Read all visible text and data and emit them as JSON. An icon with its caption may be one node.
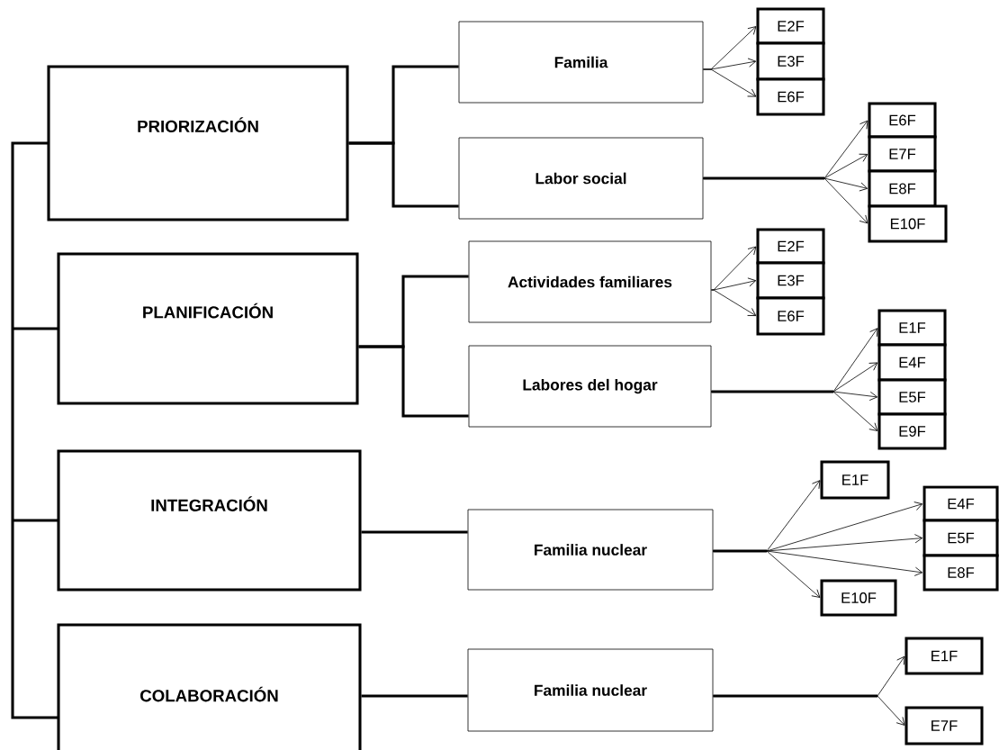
{
  "diagram": {
    "nodes": [
      {
        "text": [
          "PRIORIZACIÓN"
        ]
      },
      {
        "text": [
          "Familia"
        ]
      },
      {
        "text": [
          "Labor social"
        ]
      },
      {
        "text": [
          "E2F"
        ]
      },
      {
        "text": [
          "E3F"
        ]
      },
      {
        "text": [
          "E6F"
        ]
      },
      {
        "text": [
          "E6F"
        ]
      },
      {
        "text": [
          "E7F"
        ]
      },
      {
        "text": [
          "E8F"
        ]
      },
      {
        "text": [
          "E10F"
        ]
      },
      {
        "text": [
          "PLANIFICACIÓN"
        ]
      },
      {
        "text": [
          "Actividades familiares"
        ]
      },
      {
        "text": [
          "Labores del hogar"
        ]
      },
      {
        "text": [
          "E2F"
        ]
      },
      {
        "text": [
          "E3F"
        ]
      },
      {
        "text": [
          "E6F"
        ]
      },
      {
        "text": [
          "E1F"
        ]
      },
      {
        "text": [
          "E4F"
        ]
      },
      {
        "text": [
          "E5F"
        ]
      },
      {
        "text": [
          "E9F"
        ]
      },
      {
        "text": [
          "INTEGRACIÓN"
        ]
      },
      {
        "text": [
          "Familia nuclear"
        ]
      },
      {
        "text": [
          "E1F"
        ]
      },
      {
        "text": [
          "E4F"
        ]
      },
      {
        "text": [
          "E5F"
        ]
      },
      {
        "text": [
          "E8F"
        ]
      },
      {
        "text": [
          "E10F"
        ]
      },
      {
        "text": [
          "COLABORACIÓN"
        ]
      },
      {
        "text": [
          "Familia nuclear"
        ]
      },
      {
        "text": [
          "E1F"
        ]
      },
      {
        "text": [
          "E7F"
        ]
      }
    ],
    "edges": [
      {
        "from": 0,
        "to": 1,
        "arrow": "none",
        "style": "thick"
      },
      {
        "from": 0,
        "to": 2,
        "arrow": "none",
        "style": "thick"
      },
      {
        "from": 1,
        "to": 3,
        "arrow": "to"
      },
      {
        "from": 1,
        "to": 4,
        "arrow": "to"
      },
      {
        "from": 1,
        "to": 5,
        "arrow": "to"
      },
      {
        "from": 2,
        "to": 6,
        "arrow": "to"
      },
      {
        "from": 2,
        "to": 7,
        "arrow": "to"
      },
      {
        "from": 2,
        "to": 8,
        "arrow": "to"
      },
      {
        "from": 2,
        "to": 9,
        "arrow": "to"
      },
      {
        "from": 10,
        "to": 11,
        "arrow": "none",
        "style": "thick"
      },
      {
        "from": 10,
        "to": 12,
        "arrow": "none",
        "style": "thick"
      },
      {
        "from": 11,
        "to": 13,
        "arrow": "to"
      },
      {
        "from": 11,
        "to": 14,
        "arrow": "to"
      },
      {
        "from": 11,
        "to": 15,
        "arrow": "to"
      },
      {
        "from": 12,
        "to": 16,
        "arrow": "to"
      },
      {
        "from": 12,
        "to": 17,
        "arrow": "to"
      },
      {
        "from": 12,
        "to": 18,
        "arrow": "to"
      },
      {
        "from": 12,
        "to": 19,
        "arrow": "to"
      },
      {
        "from": 20,
        "to": 21,
        "arrow": "none",
        "style": "thick"
      },
      {
        "from": 21,
        "to": 22,
        "arrow": "to"
      },
      {
        "from": 21,
        "to": 23,
        "arrow": "to"
      },
      {
        "from": 21,
        "to": 24,
        "arrow": "to"
      },
      {
        "from": 21,
        "to": 25,
        "arrow": "to"
      },
      {
        "from": 21,
        "to": 26,
        "arrow": "to"
      },
      {
        "from": 27,
        "to": 28,
        "arrow": "none",
        "style": "thick"
      },
      {
        "from": 28,
        "to": 29,
        "arrow": "to"
      },
      {
        "from": 28,
        "to": 30,
        "arrow": "to"
      }
    ]
  }
}
